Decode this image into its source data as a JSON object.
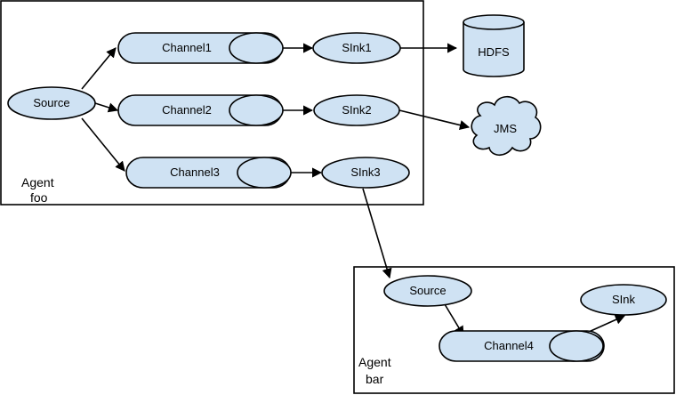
{
  "agents": [
    {
      "line1": "Agent",
      "line2": "foo"
    },
    {
      "line1": "Agent",
      "line2": "bar"
    }
  ],
  "nodes": {
    "source_foo": "Source",
    "channel1": "Channel1",
    "channel2": "Channel2",
    "channel3": "Channel3",
    "sink1": "SInk1",
    "sink2": "SInk2",
    "sink3": "SInk3",
    "hdfs": "HDFS",
    "jms": "JMS",
    "source_bar": "Source",
    "channel4": "Channel4",
    "sink_bar": "SInk"
  },
  "colors": {
    "shape_fill": "#cfe2f3",
    "stroke": "#000000"
  }
}
